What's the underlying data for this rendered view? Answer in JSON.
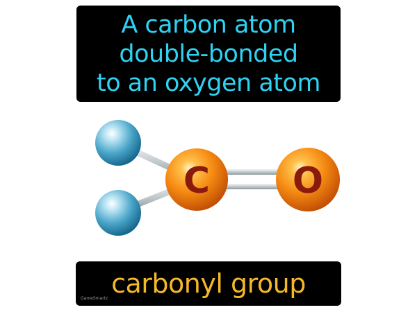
{
  "definition": {
    "lines": [
      "A carbon atom",
      "double-bonded",
      "to an oxygen atom"
    ]
  },
  "term": "carbonyl group",
  "watermark": "GameSmartz",
  "molecule": {
    "carbon_label": "C",
    "oxygen_label": "O",
    "carbon_color": "#f07a10",
    "oxygen_color": "#f07a10",
    "substituent_color": "#3a9ec4",
    "bond_color": "#c8d0d2"
  },
  "colors": {
    "definition_text": "#2fd2f2",
    "term_text": "#f5b82a",
    "box_background": "#000000"
  }
}
